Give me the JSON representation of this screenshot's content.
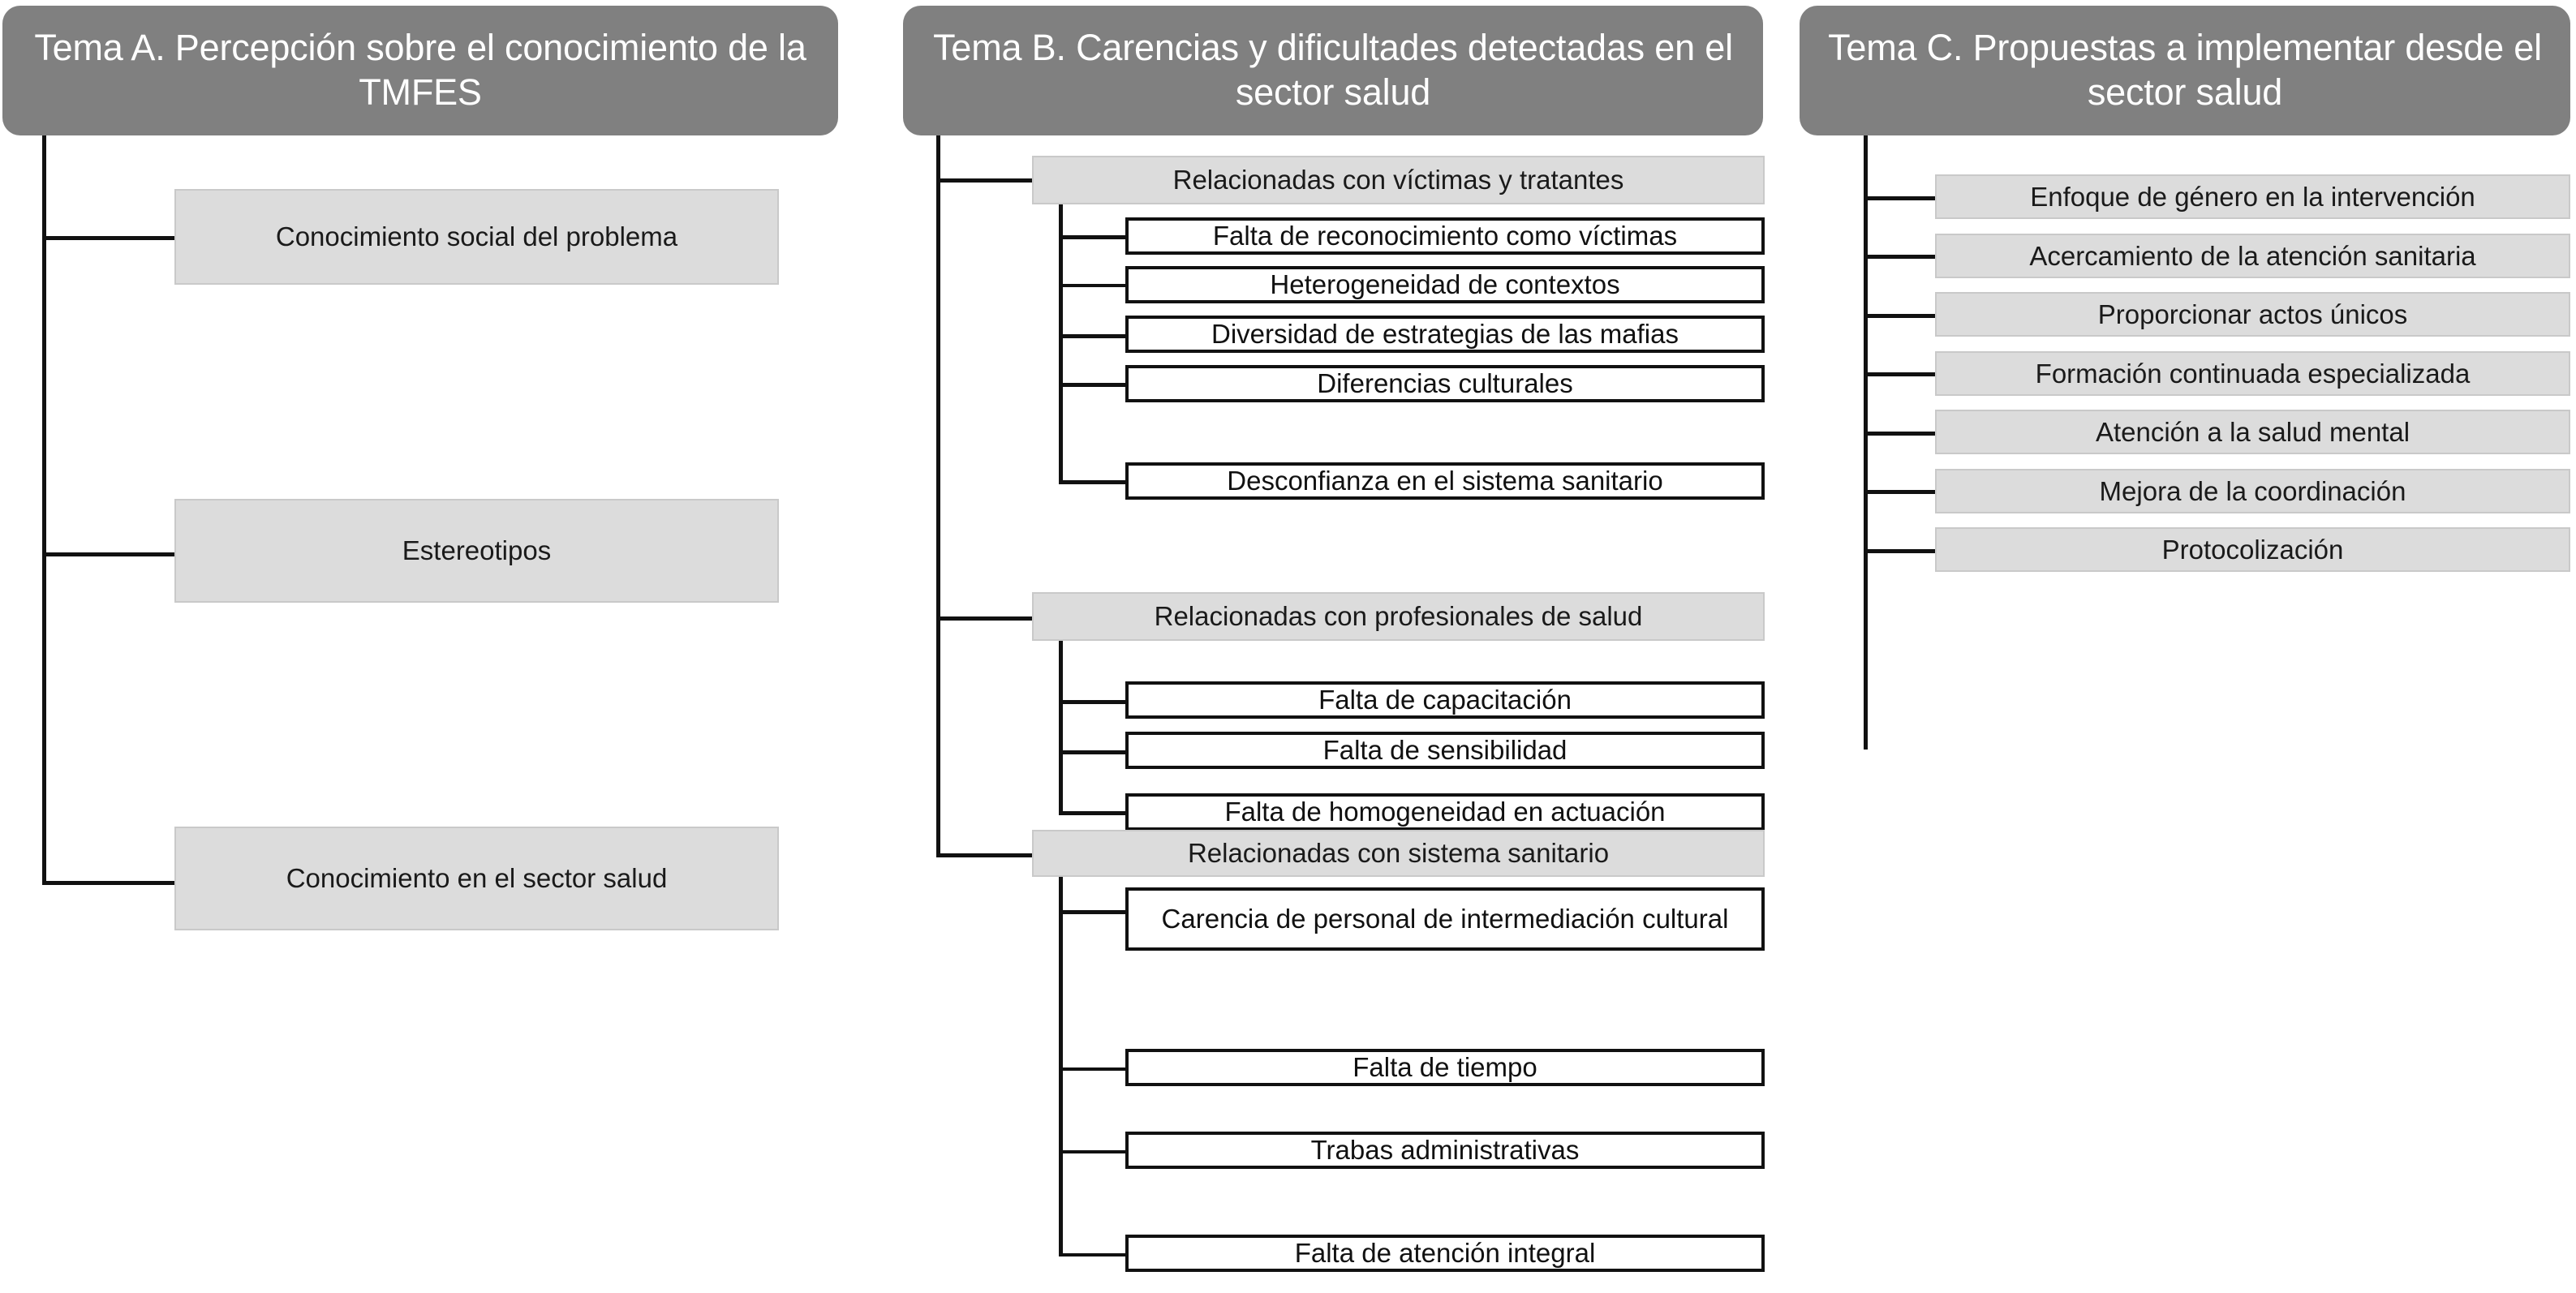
{
  "diagram": {
    "title_hidden": "",
    "colors": {
      "header_fill": "#808080",
      "header_text": "#ffffff",
      "grey_box_fill": "#dcdcdc",
      "grey_box_border": "#c9c9c9",
      "white_box_fill": "#ffffff",
      "white_box_border": "#111111",
      "connector": "#111111",
      "page_background": "#ffffff"
    },
    "columns": [
      {
        "id": "tema-a",
        "header": "Tema A. Percepción sobre el conocimiento de la TMFES",
        "items": [
          {
            "label": "Conocimiento social del problema",
            "style": "grey"
          },
          {
            "label": "Estereotipos",
            "style": "grey"
          },
          {
            "label": "Conocimiento en el sector salud",
            "style": "grey"
          }
        ]
      },
      {
        "id": "tema-b",
        "header": "Tema B. Carencias y dificultades detectadas en el sector salud",
        "groups": [
          {
            "label": "Relacionadas con víctimas y tratantes",
            "children": [
              "Falta de reconocimiento como víctimas",
              "Heterogeneidad de contextos",
              "Diversidad de estrategias de las mafias",
              "Diferencias culturales",
              "Desconfianza en el sistema sanitario"
            ]
          },
          {
            "label": "Relacionadas con profesionales de salud",
            "children": [
              "Falta de capacitación",
              "Falta de sensibilidad",
              "Falta de homogeneidad en actuación"
            ]
          },
          {
            "label": "Relacionadas con sistema sanitario",
            "children": [
              "Carencia de personal de intermediación cultural",
              "Falta de tiempo",
              "Trabas administrativas",
              "Falta de atención integral"
            ]
          }
        ]
      },
      {
        "id": "tema-c",
        "header": "Tema C. Propuestas a implementar desde el sector salud",
        "items": [
          {
            "label": "Enfoque de género en la intervención",
            "style": "grey"
          },
          {
            "label": "Acercamiento de la atención sanitaria",
            "style": "grey"
          },
          {
            "label": "Proporcionar actos únicos",
            "style": "grey"
          },
          {
            "label": "Formación continuada especializada",
            "style": "grey"
          },
          {
            "label": "Atención a la salud mental",
            "style": "grey"
          },
          {
            "label": "Mejora de la coordinación",
            "style": "grey"
          },
          {
            "label": "Protocolización",
            "style": "grey"
          }
        ]
      }
    ]
  }
}
